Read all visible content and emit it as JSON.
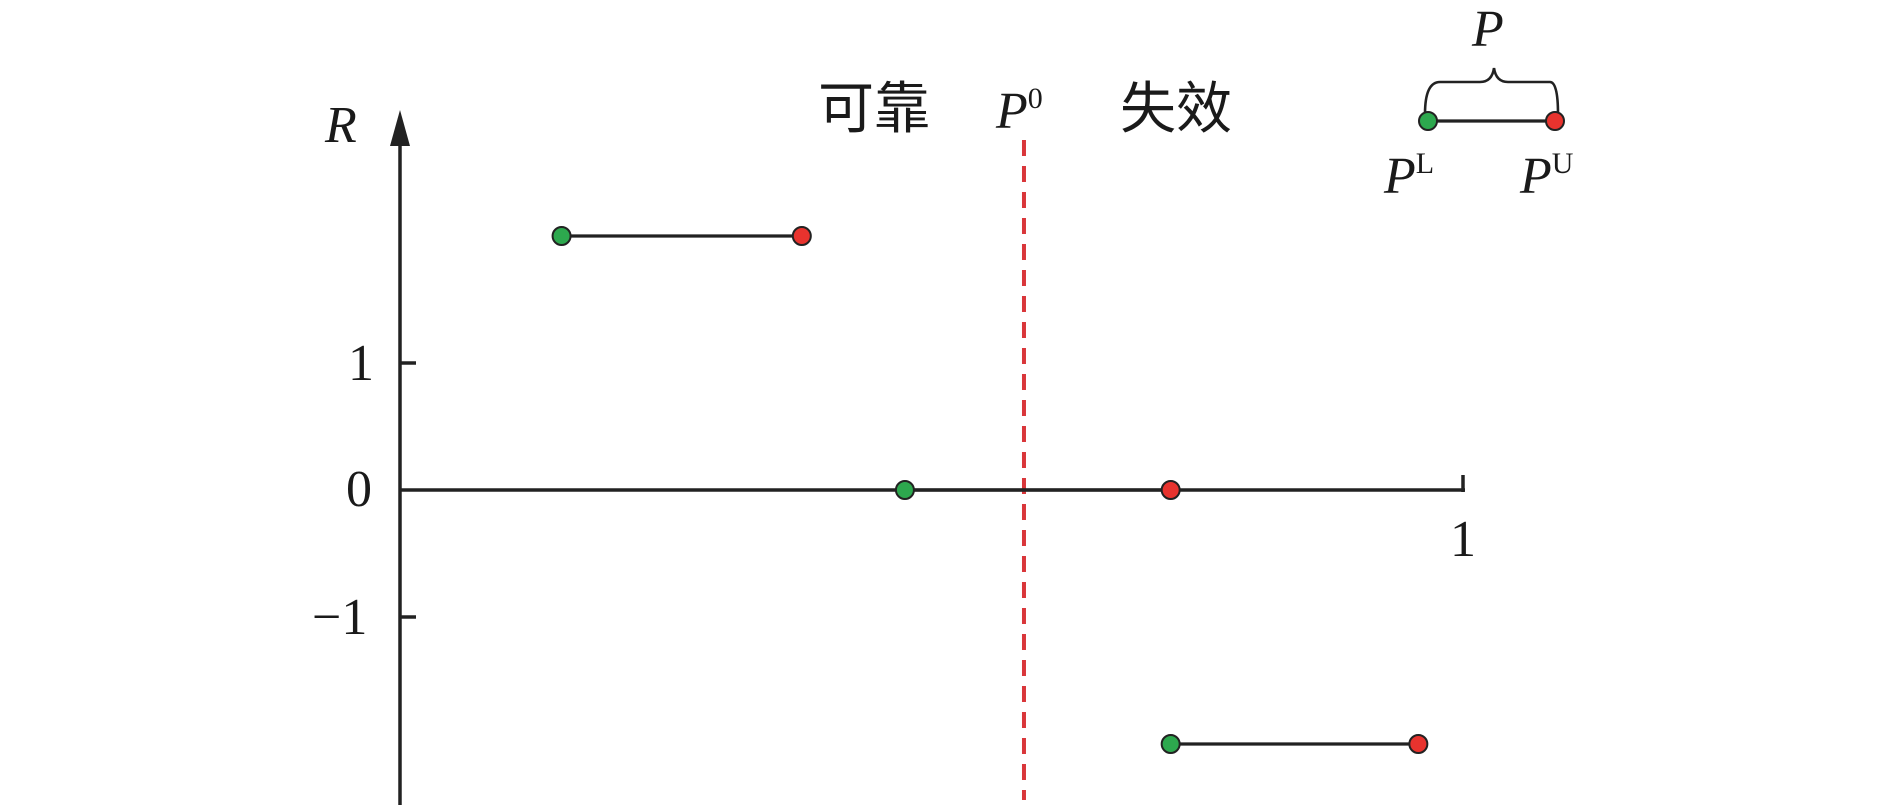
{
  "diagram": {
    "axis_labels": {
      "y_axis_symbol": "R",
      "tick_y_pos1": "1",
      "tick_y_zero": "0",
      "tick_y_neg1": "−1",
      "tick_x_one": "1"
    },
    "threshold": {
      "symbol": "P",
      "superscript": "0",
      "color": "#d9363a",
      "label_left": "可靠",
      "label_right": "失效"
    },
    "legend": {
      "brace_symbol": "P",
      "lower_symbol": "P",
      "lower_superscript": "L",
      "upper_symbol": "P",
      "upper_superscript": "U",
      "lower_color": "#2da84e",
      "upper_color": "#e8332e"
    },
    "intervals": [
      {
        "name": "reliable-interval",
        "r_value": 2,
        "p_lower": 0.152,
        "p_upper": 0.378
      },
      {
        "name": "straddling-interval",
        "r_value": 0,
        "p_lower": 0.475,
        "p_upper": 0.725
      },
      {
        "name": "failure-interval",
        "r_value": -2,
        "p_lower": 0.725,
        "p_upper": 0.958
      }
    ],
    "threshold_p": 0.587
  }
}
